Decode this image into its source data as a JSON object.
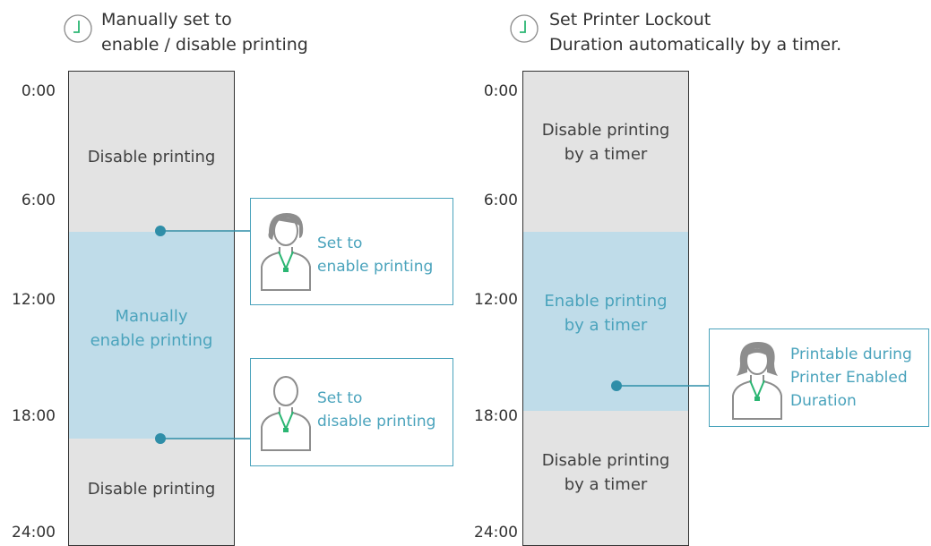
{
  "left": {
    "heading": "Manually set to\nenable / disable printing",
    "times": [
      "0:00",
      "6:00",
      "12:00",
      "18:00",
      "24:00"
    ],
    "zones": {
      "top": "Disable printing",
      "middle": "Manually\nenable printing",
      "bottom": "Disable printing"
    },
    "callouts": [
      {
        "text": "Set to\nenable printing"
      },
      {
        "text": "Set to\ndisable printing"
      }
    ]
  },
  "right": {
    "heading": "Set Printer Lockout\nDuration automatically by a timer.",
    "times": [
      "0:00",
      "6:00",
      "12:00",
      "18:00",
      "24:00"
    ],
    "zones": {
      "top": "Disable printing\nby a timer",
      "middle": "Enable printing\nby a timer",
      "bottom": "Disable printing\nby a timer"
    },
    "callout": {
      "text": "Printable during\nPrinter Enabled\nDuration"
    }
  },
  "colors": {
    "accent": "#4aa3bc",
    "band": "#bfdce9",
    "column_gray": "#e3e3e3",
    "lanyard": "#2bb673"
  }
}
